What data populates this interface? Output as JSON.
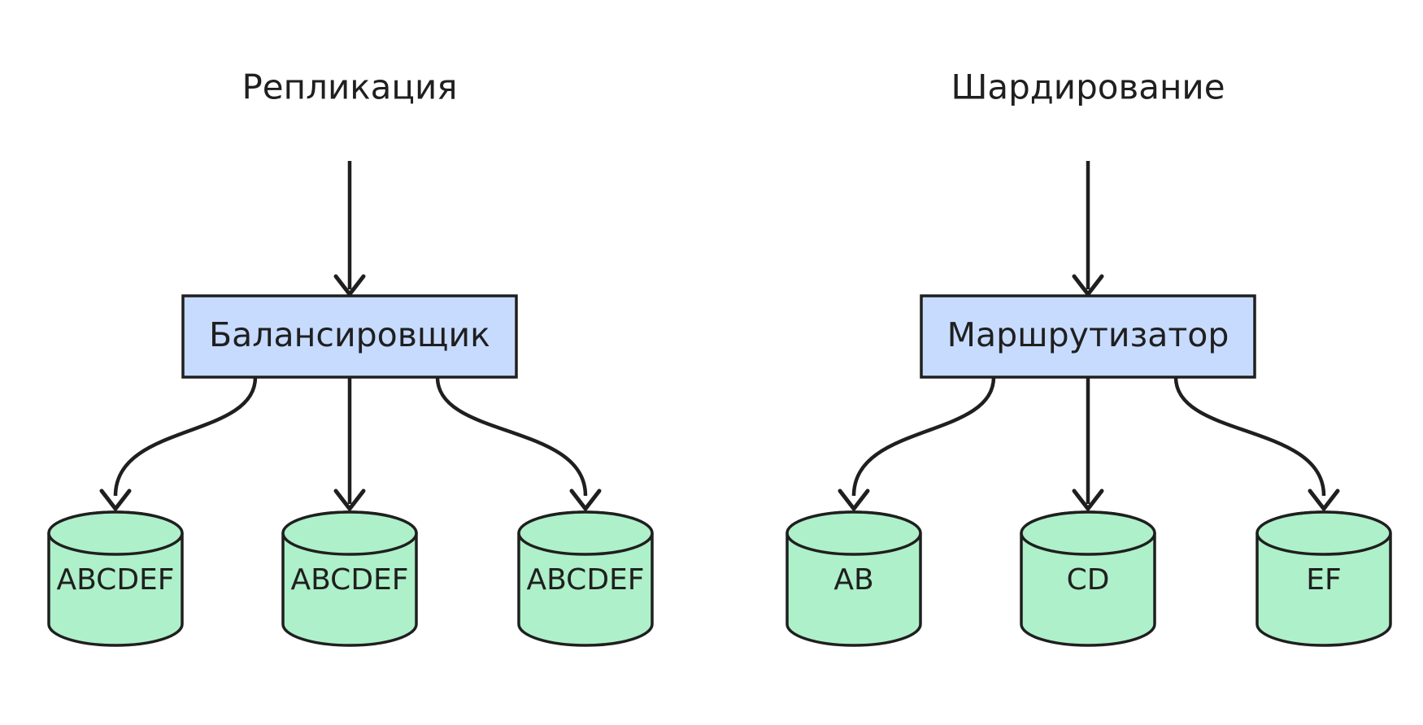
{
  "replication": {
    "title": "Репликация",
    "router_label": "Балансировщик",
    "databases": [
      "ABCDEF",
      "ABCDEF",
      "ABCDEF"
    ]
  },
  "sharding": {
    "title": "Шардирование",
    "router_label": "Маршрутизатор",
    "databases": [
      "AB",
      "CD",
      "EF"
    ]
  },
  "colors": {
    "router_fill": "#c7dbff",
    "database_fill": "#aef0c9",
    "stroke": "#1f1f1f"
  }
}
